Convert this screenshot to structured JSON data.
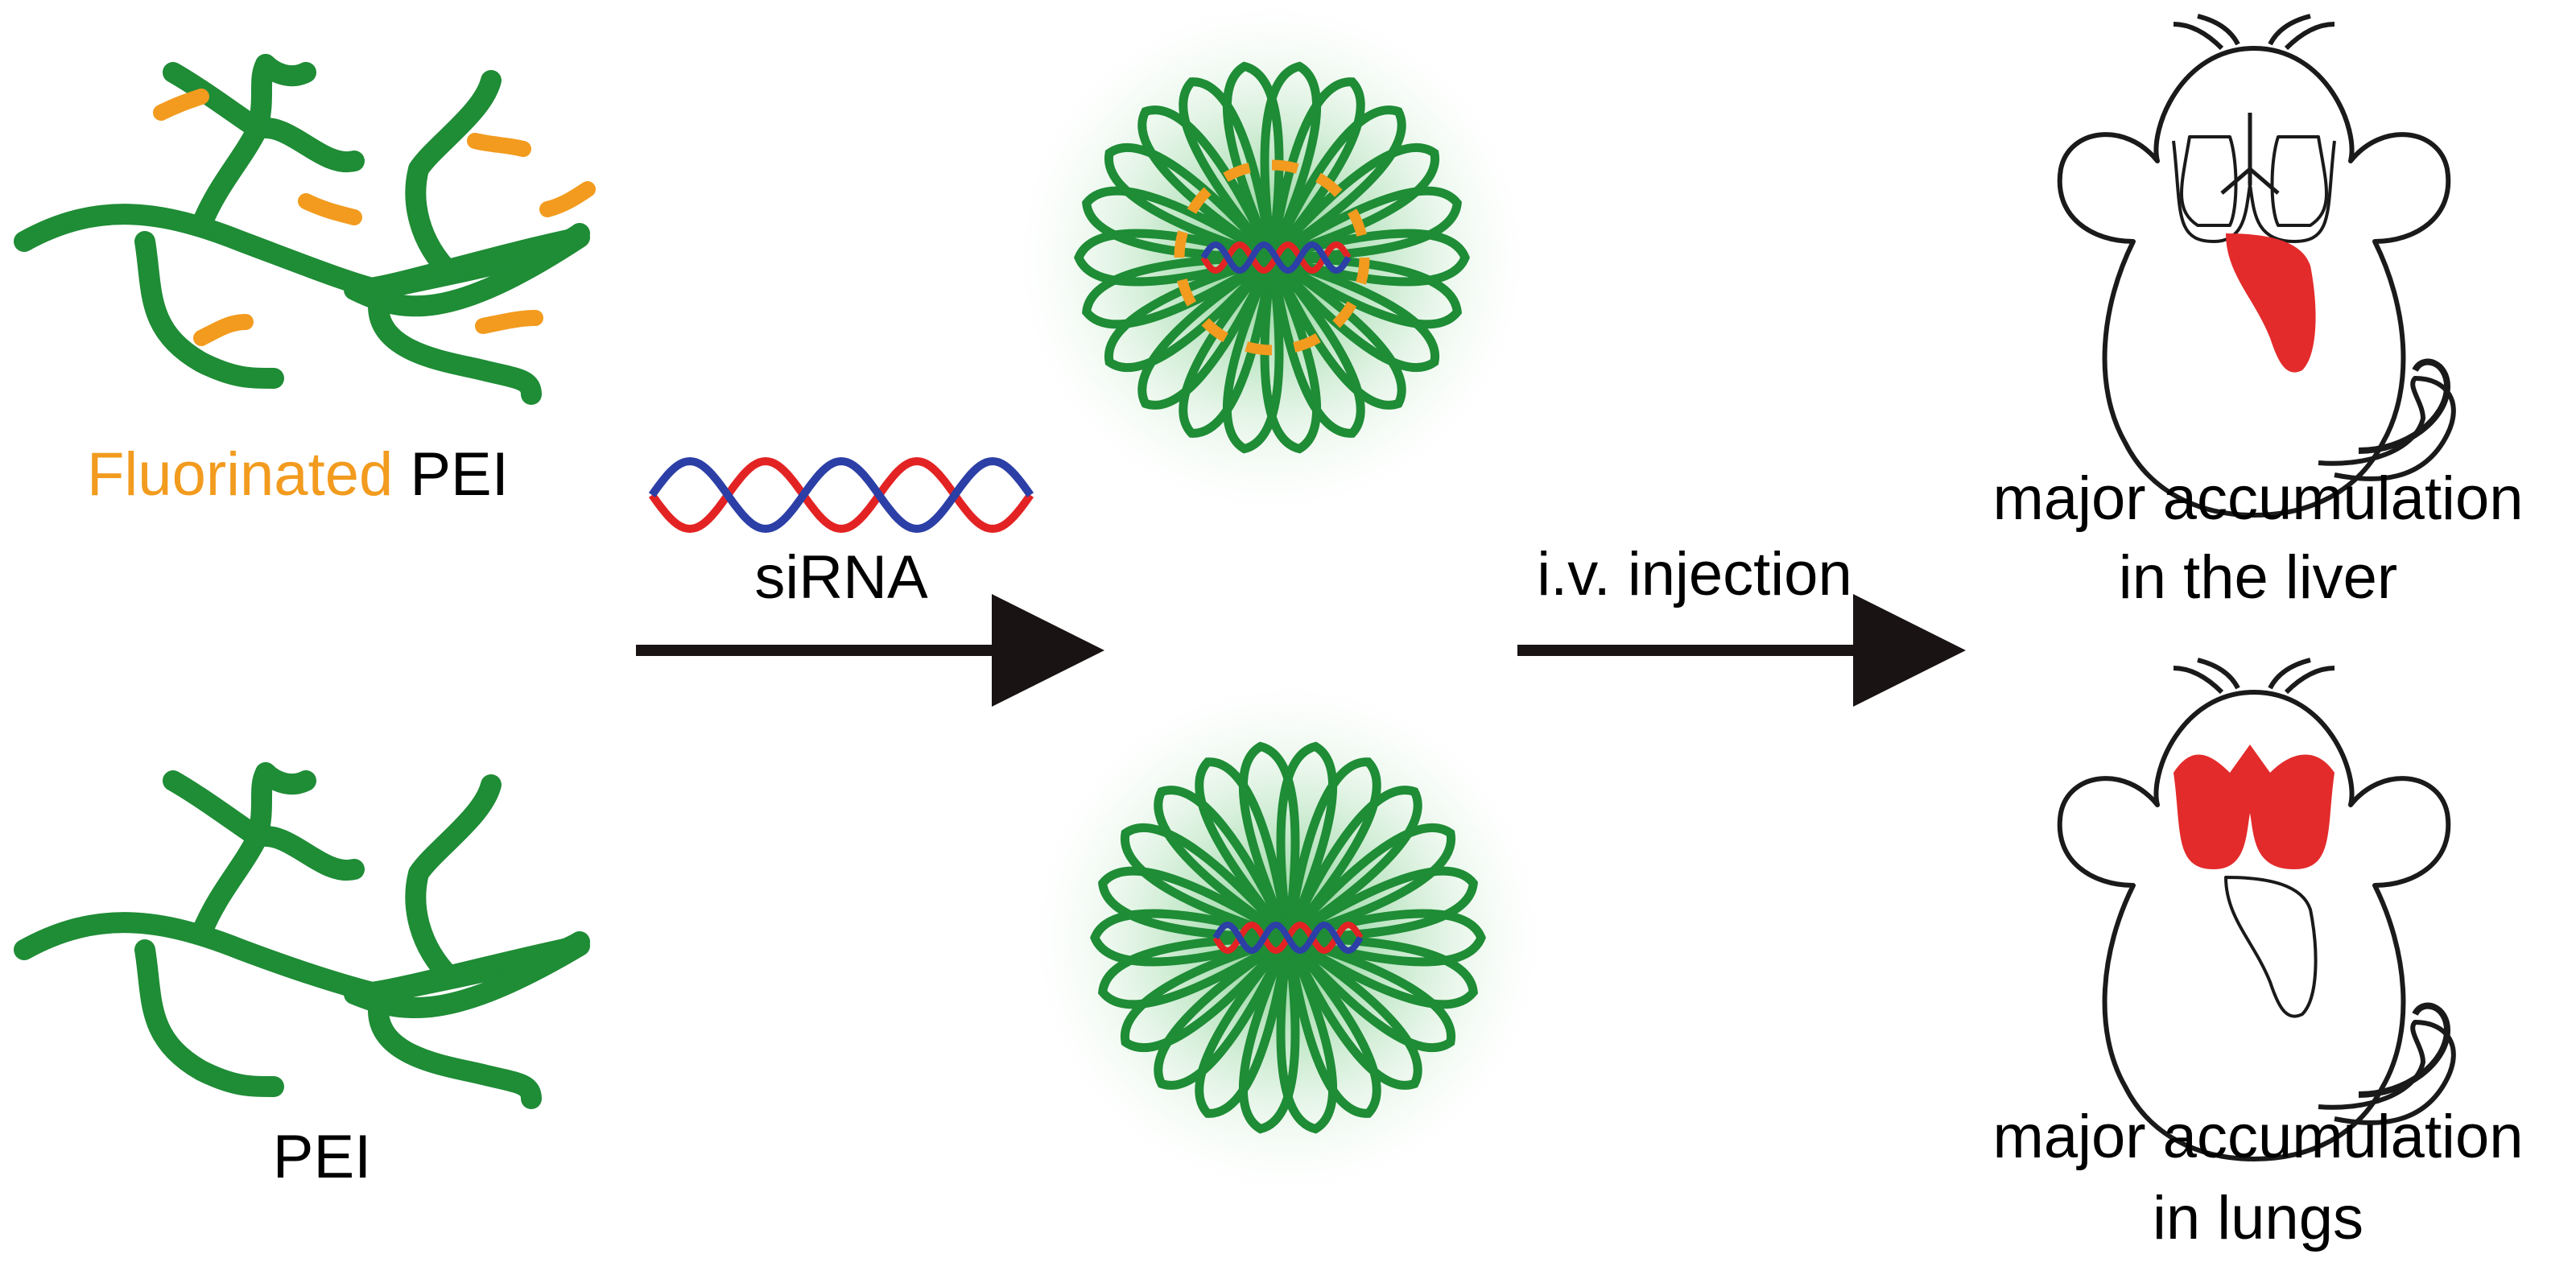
{
  "colors": {
    "polymer": "#1f8c36",
    "fluorine": "#f29b1e",
    "rna_strand_a": "#e32323",
    "rna_strand_b": "#2c3fa6",
    "arrow": "#1a1313",
    "organ_highlight": "#e32b2b",
    "outline": "#1a1a1a"
  },
  "labels": {
    "fluorinated_word": "Fluorinated",
    "fluorinated_pei_suffix": " PEI",
    "pei": "PEI",
    "sirna": "siRNA",
    "injection": "i.v. injection",
    "liver_line1": "major accumulation",
    "liver_line2": "in the liver",
    "lungs_line1": "major accumulation",
    "lungs_line2": "in lungs"
  },
  "icons": {
    "polymer_top": "fluorinated-pei-branch-icon",
    "polymer_bottom": "pei-branch-icon",
    "sirna": "sirna-double-helix-icon",
    "nanoparticle_top": "fluorinated-polyplex-icon",
    "nanoparticle_bottom": "pei-polyplex-icon",
    "mouse_top": "mouse-liver-icon",
    "mouse_bottom": "mouse-lungs-icon"
  }
}
